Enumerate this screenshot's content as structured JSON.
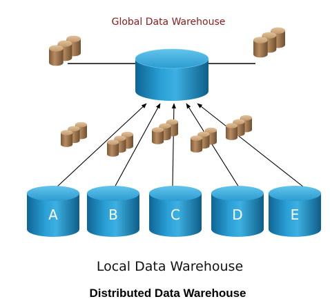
{
  "diagram": {
    "global_title": "Global Data Warehouse",
    "local_caption": "Local Data Warehouse",
    "caption": "Distributed Data Warehouse",
    "local_nodes": [
      {
        "id": "A",
        "label": "A"
      },
      {
        "id": "B",
        "label": "B"
      },
      {
        "id": "C",
        "label": "C"
      },
      {
        "id": "D",
        "label": "D"
      },
      {
        "id": "E",
        "label": "E"
      }
    ],
    "edges": [
      {
        "from": "A",
        "to": "global"
      },
      {
        "from": "B",
        "to": "global"
      },
      {
        "from": "C",
        "to": "global"
      },
      {
        "from": "D",
        "to": "global"
      },
      {
        "from": "E",
        "to": "global"
      }
    ],
    "colors": {
      "cylinder_blue": "#1d8cc0",
      "cylinder_blue_dark": "#0e5e88",
      "cylinder_blue_light": "#5cc0ea",
      "disk_tan": "#a97d55",
      "disk_tan_light": "#d7b48b",
      "title_red": "#8b1a1a"
    },
    "icons": {
      "central_store": "database-cylinder-icon",
      "local_store": "database-cylinder-icon",
      "data_stack": "disk-stack-icon"
    }
  }
}
